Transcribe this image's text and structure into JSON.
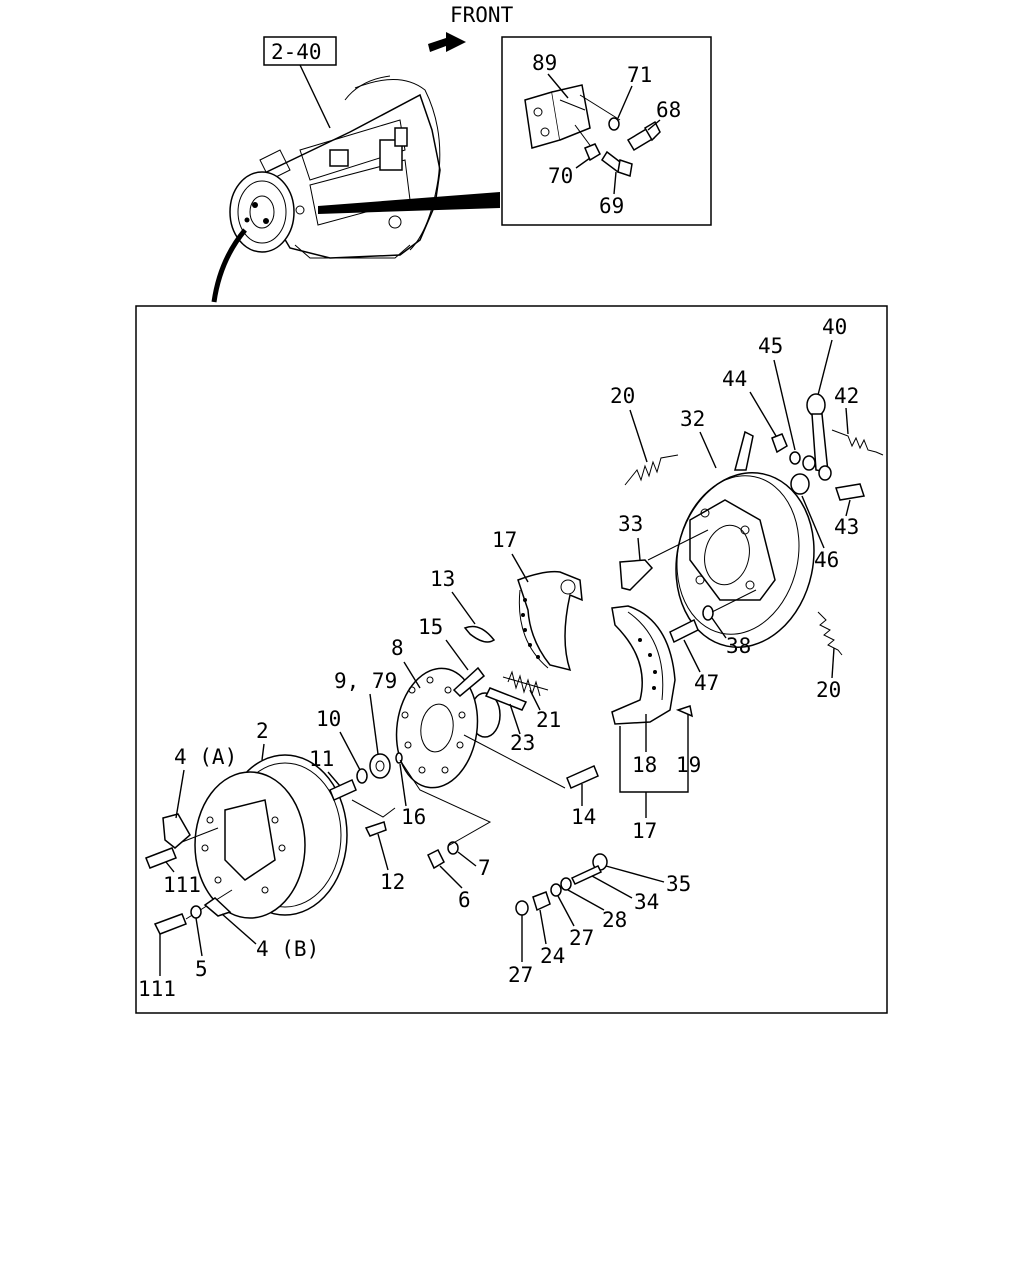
{
  "front_label": "FRONT",
  "ref_box": "2-40",
  "inset_callouts": [
    "89",
    "71",
    "68",
    "70",
    "69"
  ],
  "callouts": {
    "c40": "40",
    "c45": "45",
    "c42": "42",
    "c44": "44",
    "c20a": "20",
    "c32": "32",
    "c43": "43",
    "c33": "33",
    "c46": "46",
    "c17a": "17",
    "c13": "13",
    "c15": "15",
    "c38": "38",
    "c8": "8",
    "c47": "47",
    "c9_79": "9, 79",
    "c20b": "20",
    "c21": "21",
    "c10": "10",
    "c23": "23",
    "c2": "2",
    "c4a": "4 (A)",
    "c11": "11",
    "c18": "18",
    "c19": "19",
    "c16": "16",
    "c14": "14",
    "c17b": "17",
    "c7": "7",
    "c12": "12",
    "c35": "35",
    "c111a": "111",
    "c6": "6",
    "c34": "34",
    "c28": "28",
    "c27a": "27",
    "c4b": "4 (B)",
    "c24": "24",
    "c5": "5",
    "c27b": "27",
    "c111b": "111"
  }
}
